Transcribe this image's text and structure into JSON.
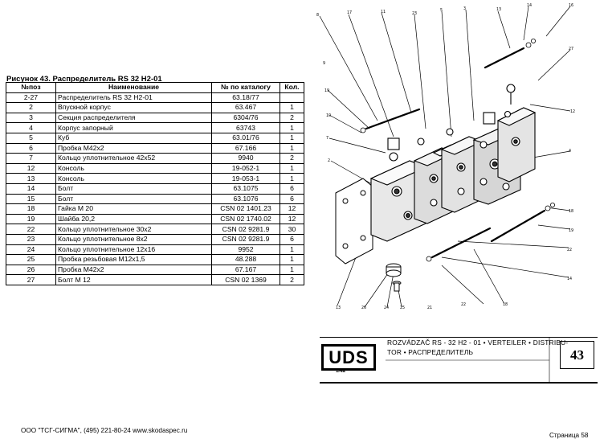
{
  "figure_caption": "Рисунок 43.   Распределитель RS 32  H2-01",
  "table": {
    "headers": [
      "№поз",
      "Наименование",
      "№ по каталогу",
      "Кол."
    ],
    "rows": [
      [
        "2-27",
        "Распределитель RS 32  H2-01",
        "63.18/77",
        ""
      ],
      [
        "2",
        "Впускной корпус",
        "63.467",
        "1"
      ],
      [
        "3",
        "Секция распределителя",
        "6304/76",
        "2"
      ],
      [
        "4",
        "Корпус запорный",
        "63743",
        "1"
      ],
      [
        "5",
        "Куб",
        "63.01/76",
        "1"
      ],
      [
        "6",
        "Пробка  М42х2",
        "67.166",
        "1"
      ],
      [
        "7",
        "Кольцо уплотнительное  42х52",
        "9940",
        "2"
      ],
      [
        "12",
        "Консоль",
        "19-052-1",
        "1"
      ],
      [
        "13",
        "Консоль",
        "19-053-1",
        "1"
      ],
      [
        "14",
        "Болт",
        "63.1075",
        "6"
      ],
      [
        "15",
        "Болт",
        "63.1076",
        "6"
      ],
      [
        "18",
        "Гайка М 20",
        "CSN  02 1401.23",
        "12"
      ],
      [
        "19",
        "Шайба 20,2",
        "CSN  02 1740.02",
        "12"
      ],
      [
        "22",
        "Кольцо уплотнительное  30х2",
        "CSN  02 9281.9",
        "30"
      ],
      [
        "23",
        "Кольцо уплотнительное   8х2",
        "CSN  02 9281.9",
        "6"
      ],
      [
        "24",
        "Кольцо уплотнительное  12х16",
        "9952",
        "1"
      ],
      [
        "25",
        "Пробка резьбовая М12х1,5",
        "48.288",
        "1"
      ],
      [
        "26",
        "Пробка М42х2",
        "67.167",
        "1"
      ],
      [
        "27",
        "Болт М 12",
        "CSN  02  1369",
        "2"
      ]
    ]
  },
  "drawing": {
    "callouts": [
      "8",
      "17",
      "11",
      "23",
      "5",
      "3",
      "13",
      "14",
      "16",
      "27",
      "12",
      "9",
      "19",
      "10",
      "7",
      "2",
      "4",
      "18",
      "19",
      "22",
      "14",
      "13",
      "26",
      "24",
      "25",
      "21",
      "22",
      "18"
    ]
  },
  "title_block": {
    "logo": "UDS",
    "logo_sub": "1/4a",
    "title_line1": "ROZVÁDZAČ  RS - 32 H2 - 01 • VERTEILER • DISTRIBU-",
    "title_line2": "TOR • РАСПРЕДЕЛИТЕЛЬ",
    "number": "43"
  },
  "footer": {
    "left": "ООО \"ТСГ-СИГМА\", (495) 221-80-24 www.skodaspec.ru",
    "right": "Страница 58"
  }
}
